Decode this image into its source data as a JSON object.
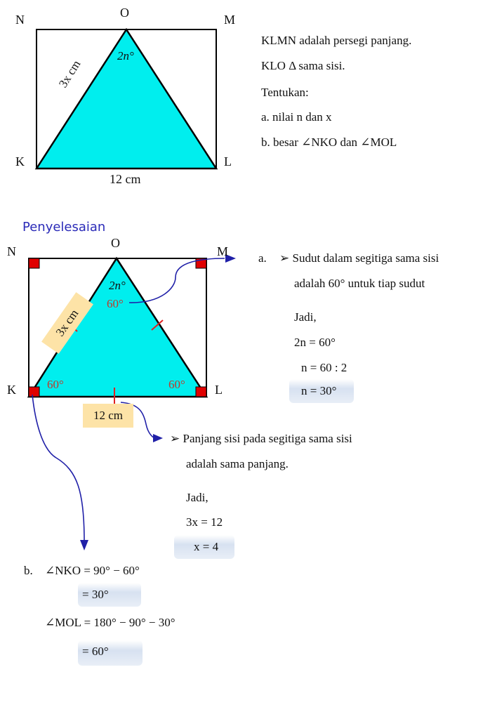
{
  "problem": {
    "vertices": {
      "N": "N",
      "O": "O",
      "M": "M",
      "K": "K",
      "L": "L"
    },
    "angle_top": "2n°",
    "side_label": "3x cm",
    "base_label": "12 cm",
    "statement_1": "KLMN adalah persegi panjang.",
    "statement_2": "KLO Δ sama sisi.",
    "task_intro": "Tentukan:",
    "task_a": "a.   nilai n dan x",
    "task_b": "b.   besar ∠NKO dan ∠MOL"
  },
  "solution": {
    "heading": "Penyelesaian",
    "vertices": {
      "N": "N",
      "O": "O",
      "M": "M",
      "K": "K",
      "L": "L"
    },
    "angle_top": "2n°",
    "angle_60": "60°",
    "side_label": "3x cm",
    "base_label": "12 cm",
    "part_a": {
      "marker": "a.",
      "bullet1_line1": "➢  Sudut dalam segitiga sama sisi",
      "bullet1_line2": "adalah 60° untuk tiap sudut",
      "so": "Jadi,",
      "eq1": "2n = 60°",
      "eq2": "n = 60 : 2",
      "eq3": "n = 30°",
      "bullet2_line1": "➢  Panjang sisi pada segitiga sama sisi",
      "bullet2_line2": "adalah sama panjang.",
      "so2": "Jadi,",
      "eq4": "3x = 12",
      "eq5": "x = 4"
    },
    "part_b": {
      "marker": "b.",
      "eq1": "∠NKO = 90° − 60°",
      "eq2": "= 30°",
      "eq3": "∠MOL = 180° − 90° − 30°",
      "eq4": "= 60°"
    }
  },
  "colors": {
    "triangle_fill": "#00eeee",
    "right_angle_marker": "#e00000",
    "tick_mark": "#e02020",
    "arrow": "#2020a8",
    "label_box": "#fde3a7",
    "heading": "#2b2bb8",
    "highlight": "#d0dcee"
  }
}
